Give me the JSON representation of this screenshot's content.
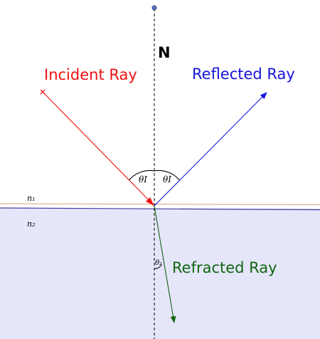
{
  "normal_label": "N",
  "incident_label": "Incident Ray",
  "reflected_label": "Reflected Ray",
  "refracted_label": "Refracted Ray",
  "medium_1_label": "n₁",
  "medium_2_label": "n₂",
  "angle_incidence_label": "θI",
  "angle_reflection_label": "θI",
  "angle_refraction_label": "θ₂",
  "colors": {
    "incident": "#ee1111",
    "reflected": "#1515dd",
    "refracted": "#0f660f",
    "medium2_fill": "#e6e6fb",
    "interface_top": "#d4a27c",
    "interface_bottom": "#3a3aa8",
    "normal": "#000000"
  }
}
